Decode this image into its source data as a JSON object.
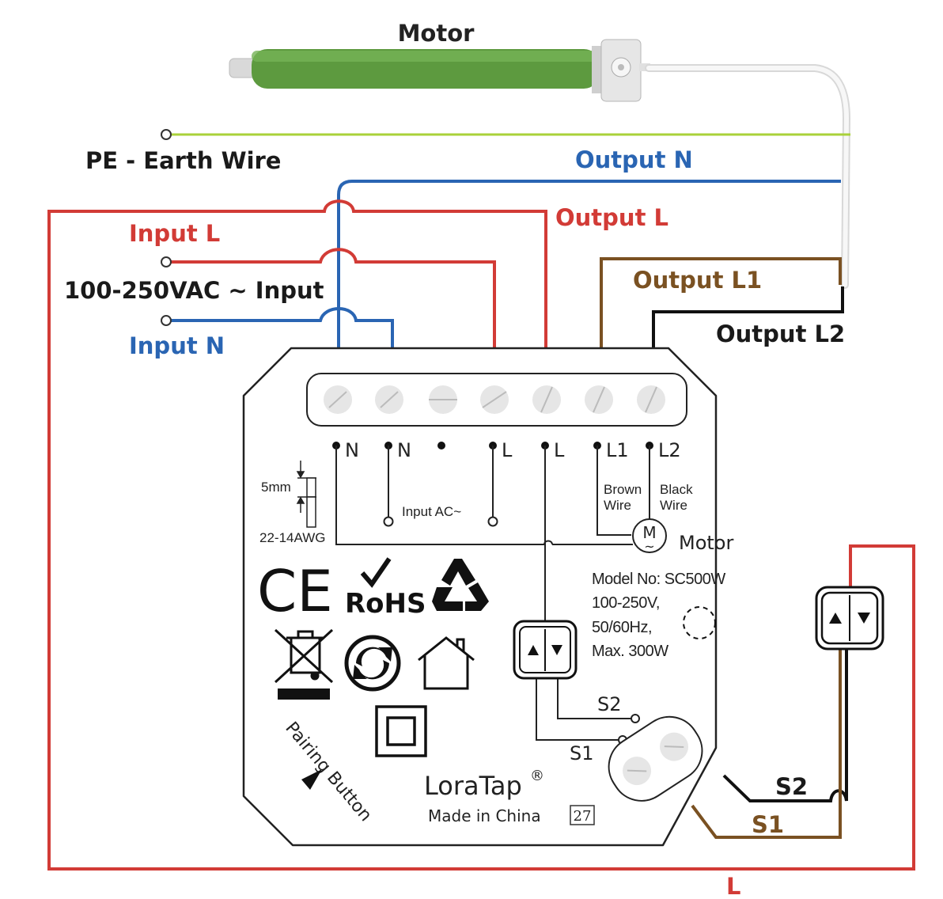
{
  "title": "Motor",
  "wires": {
    "pe": "PE - Earth Wire",
    "output_n": "Output N",
    "output_l": "Output L",
    "input_l": "Input L",
    "supply": "100-250VAC ~ Input",
    "input_n": "Input N",
    "output_l1": "Output L1",
    "output_l2": "Output L2",
    "s1": "S1",
    "s2": "S2",
    "l": "L"
  },
  "terminals": [
    "N",
    "N",
    "",
    "L",
    "L",
    "L1",
    "L2"
  ],
  "module": {
    "input_ac": "Input  AC~",
    "brown_1": "Brown",
    "brown_2": "Wire",
    "black_1": "Black",
    "black_2": "Wire",
    "motor_symbol": "M",
    "motor_tilde": "~",
    "motor_label": "Motor",
    "model": "Model No: SC500W",
    "voltage": "100-250V,",
    "freq": "50/60Hz,",
    "power": "Max. 300W",
    "gauge_mm": "5mm",
    "gauge_awg": "22-14AWG",
    "rohs": "RoHS",
    "ce": "CE",
    "pairing": "Pairing Button",
    "brand": "LoraTap",
    "reg": "®",
    "made_in": "Made in China",
    "code": "27",
    "s1": "S1",
    "s2": "S2"
  },
  "colors": {
    "live": "#d23b36",
    "neutral": "#2a65b3",
    "earth": "#a9d13a",
    "brown": "#7a5122",
    "black": "#111111",
    "motor_green": "#5d9a3f"
  }
}
